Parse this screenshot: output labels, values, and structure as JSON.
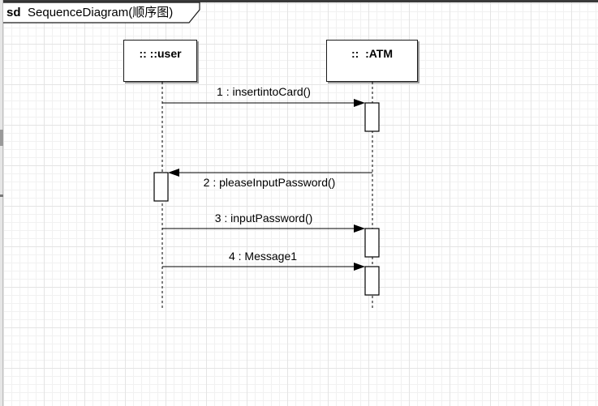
{
  "frame": {
    "keyword": "sd",
    "name": "SequenceDiagram(顺序图)"
  },
  "lifelines": [
    {
      "id": "user",
      "label": ":: ::user"
    },
    {
      "id": "atm",
      "label": "::  :ATM"
    }
  ],
  "messages": [
    {
      "from": "user",
      "to": "atm",
      "label": "1 : insertintoCard()"
    },
    {
      "from": "atm",
      "to": "user",
      "label": "2 : pleaseInputPassword()"
    },
    {
      "from": "user",
      "to": "atm",
      "label": "3 : inputPassword()"
    },
    {
      "from": "user",
      "to": "atm",
      "label": "4 : Message1"
    }
  ],
  "colors": {
    "line": "#000000",
    "shadow": "#9a9a9a",
    "frame_border": "#3a3a3a"
  }
}
